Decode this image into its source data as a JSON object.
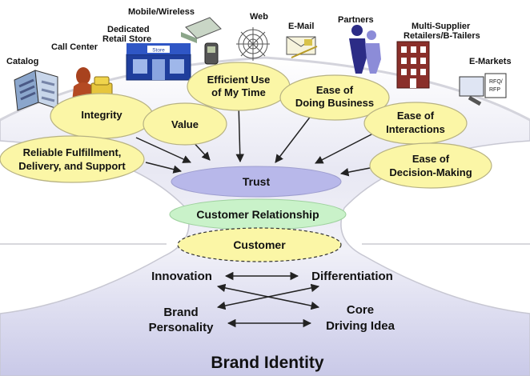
{
  "channels": {
    "catalog": "Catalog",
    "call_center": "Call Center",
    "retail_store": [
      "Dedicated",
      "Retail Store"
    ],
    "store_sign": "Store",
    "mobile": "Mobile/Wireless",
    "web": "Web",
    "email": "E-Mail",
    "partners": "Partners",
    "multi_supplier": [
      "Multi-Supplier",
      "Retailers/B-Tailers"
    ],
    "emarkets": "E-Markets",
    "rfq": "RFQ/",
    "rfp": "RFP"
  },
  "attributes": {
    "efficient": [
      "Efficient Use",
      "of My Time"
    ],
    "ease_business": [
      "Ease of",
      "Doing Business"
    ],
    "integrity": "Integrity",
    "value": "Value",
    "ease_interactions": [
      "Ease of",
      "Interactions"
    ],
    "reliable": [
      "Reliable Fulfillment,",
      "Delivery, and Support"
    ],
    "ease_decision": [
      "Ease of",
      "Decision-Making"
    ]
  },
  "core": {
    "trust": "Trust",
    "relationship": "Customer Relationship",
    "customer": "Customer"
  },
  "brand": {
    "innovation": "Innovation",
    "differentiation": "Differentiation",
    "personality": [
      "Brand",
      "Personality"
    ],
    "driving_idea": [
      "Core",
      "Driving Idea"
    ],
    "identity": "Brand Identity"
  },
  "colors": {
    "funnel_fill": "#eeedf7",
    "funnel_base": "#cdcdea",
    "bubble_fill": "#fbf6a6",
    "trust_fill": "#b8b8ea",
    "relationship_fill": "#c9f2c9",
    "customer_fill": "#fbf6a6",
    "arrow": "#222222"
  }
}
